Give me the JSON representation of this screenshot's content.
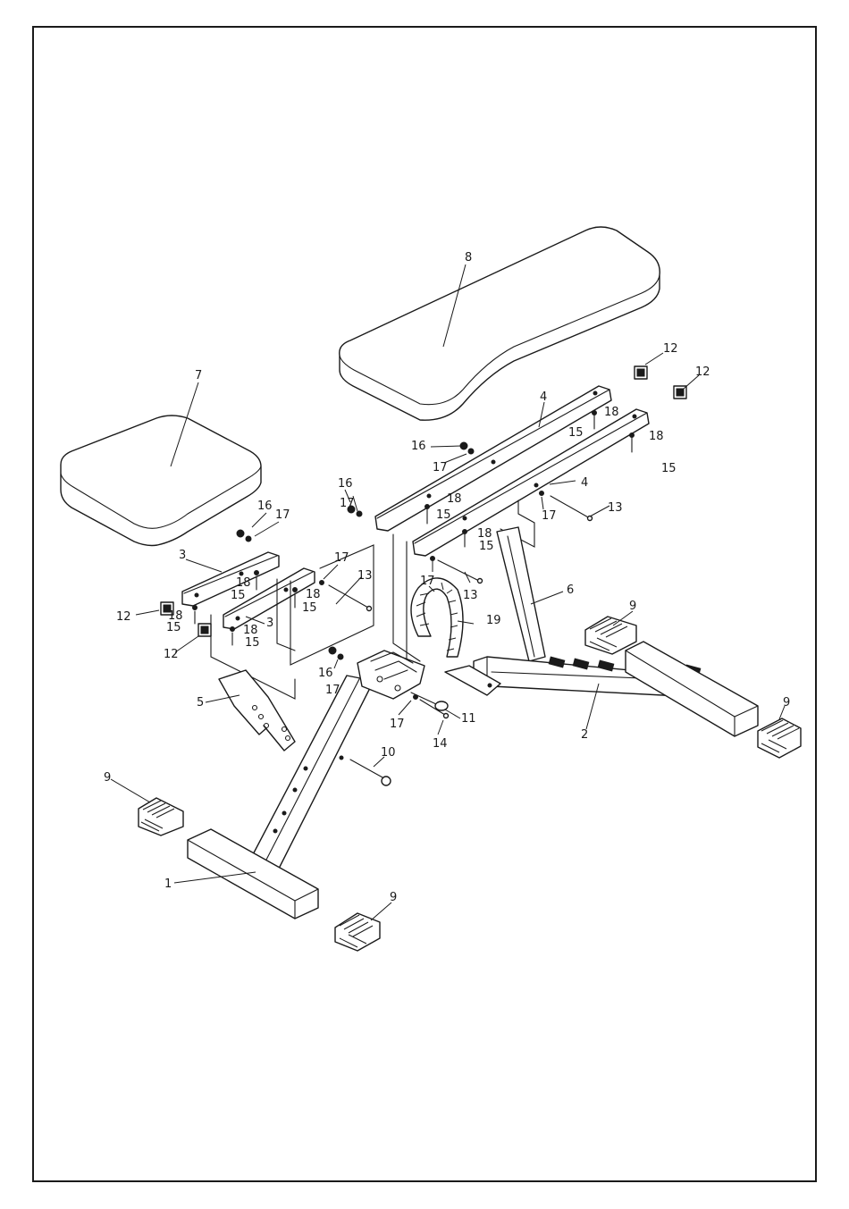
{
  "diagram": {
    "callouts": {
      "p1": "1",
      "p2": "2",
      "p3a": "3",
      "p3b": "3",
      "p4a": "4",
      "p4b": "4",
      "p5": "5",
      "p6": "6",
      "p7": "7",
      "p8": "8",
      "p9a": "9",
      "p9b": "9",
      "p9c": "9",
      "p9d": "9",
      "p10": "10",
      "p11": "11",
      "p12a": "12",
      "p12b": "12",
      "p12c": "12",
      "p12d": "12",
      "p13a": "13",
      "p13b": "13",
      "p13c": "13",
      "p14": "14",
      "p15a": "15",
      "p15b": "15",
      "p15c": "15",
      "p15d": "15",
      "p15e": "15",
      "p15f": "15",
      "p15g": "15",
      "p16a": "16",
      "p16b": "16",
      "p16c": "16",
      "p16d": "16",
      "p17a": "17",
      "p17b": "17",
      "p17c": "17",
      "p17d": "17",
      "p17e": "17",
      "p17f": "17",
      "p17g": "17",
      "p17h": "17",
      "p18a": "18",
      "p18b": "18",
      "p18c": "18",
      "p18d": "18",
      "p18e": "18",
      "p18f": "18",
      "p18g": "18",
      "p18h": "18",
      "p19": "19"
    }
  }
}
